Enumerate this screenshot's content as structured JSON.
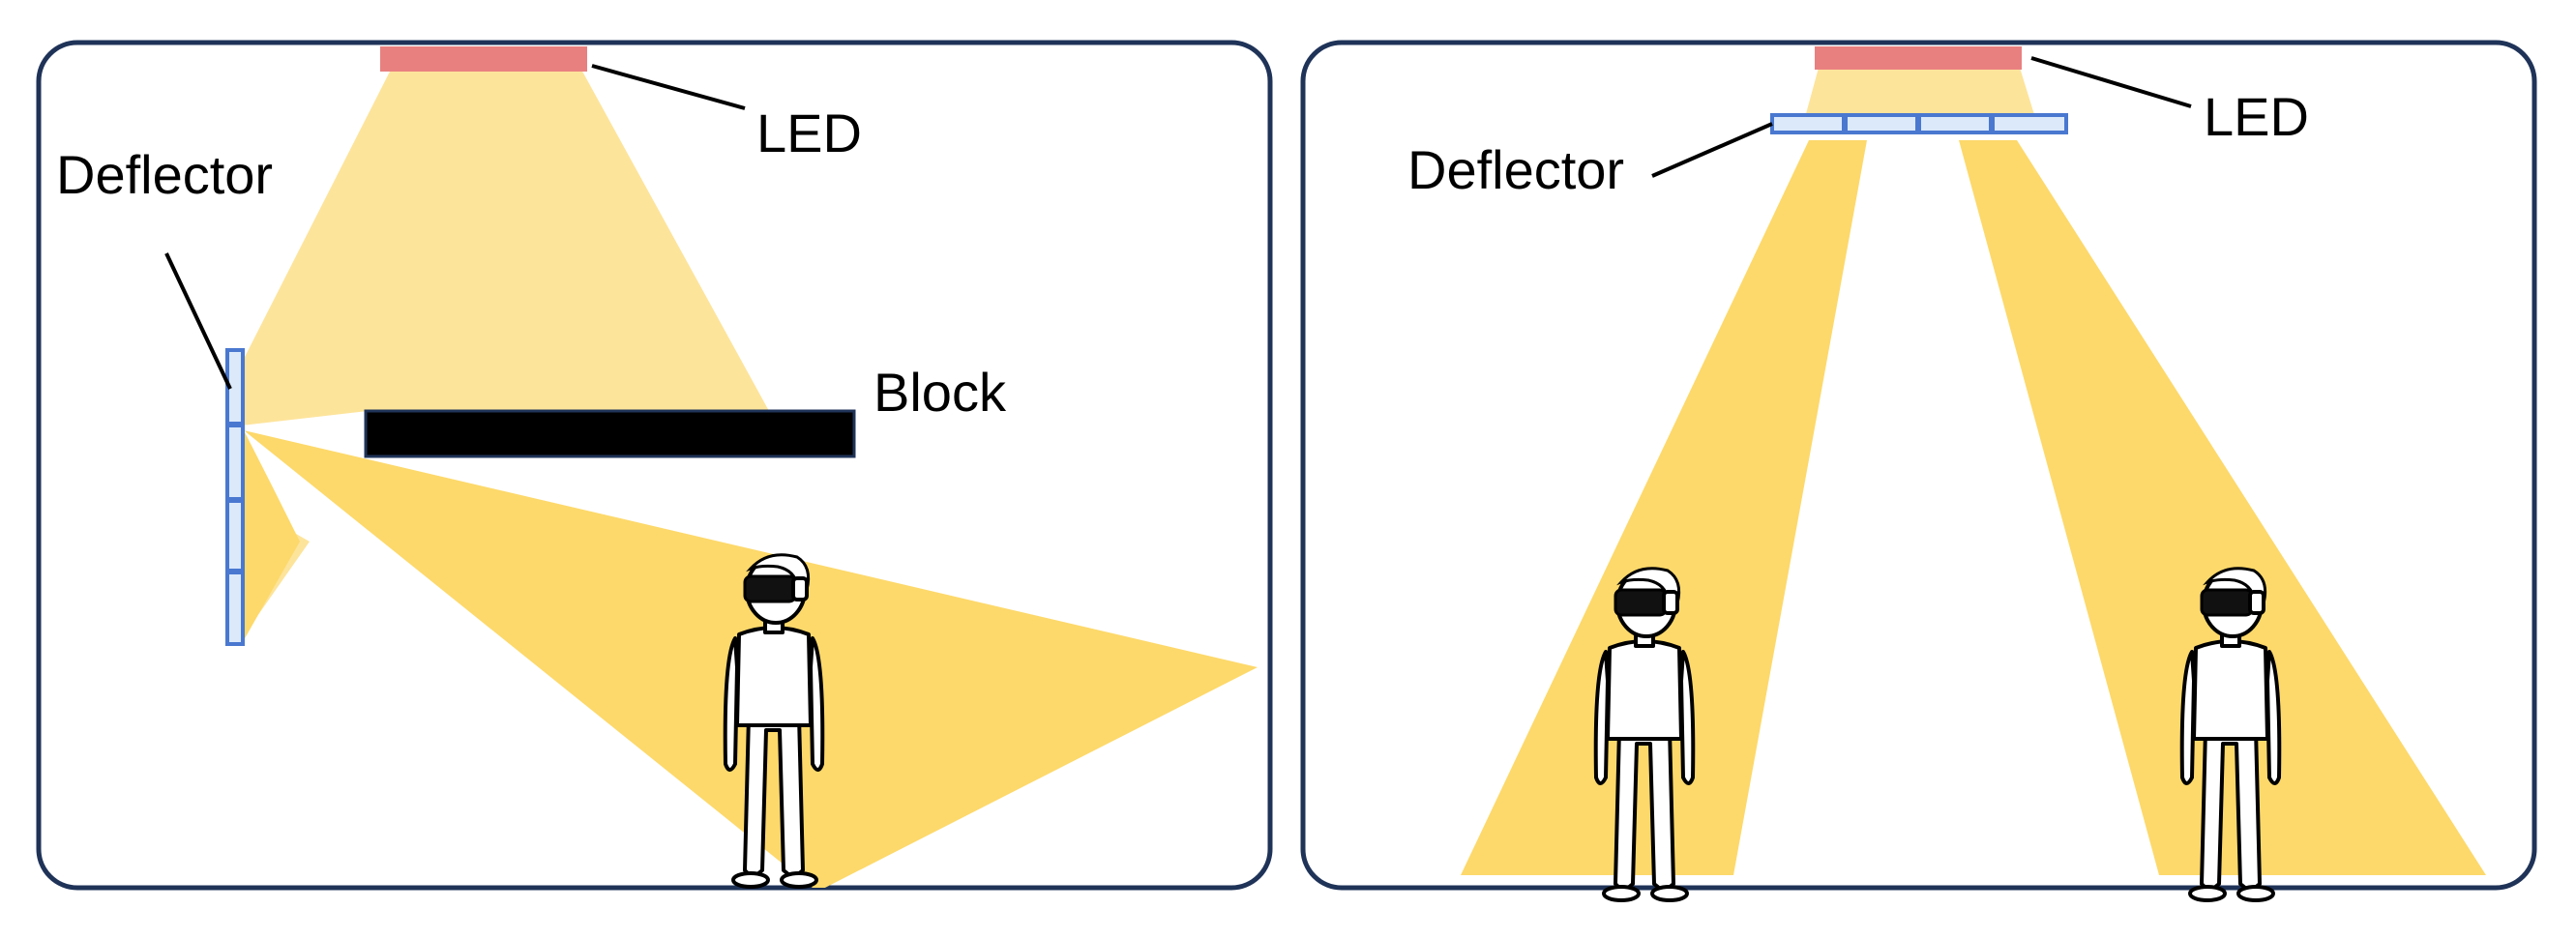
{
  "panels": [
    {
      "labels": {
        "led": "LED",
        "deflector": "Deflector",
        "block": "Block"
      },
      "people": 1
    },
    {
      "labels": {
        "led": "LED",
        "deflector": "Deflector"
      },
      "people": 2
    }
  ],
  "colors": {
    "frame": "#1f3358",
    "led": "#e98080",
    "light_soft": "#fde49b",
    "light_strong": "#fdd96b",
    "deflector_fill": "#dbe9fb",
    "deflector_stroke": "#4a78d0",
    "block": "#000000"
  },
  "icons": {
    "person": "person-vr-headset-icon"
  }
}
